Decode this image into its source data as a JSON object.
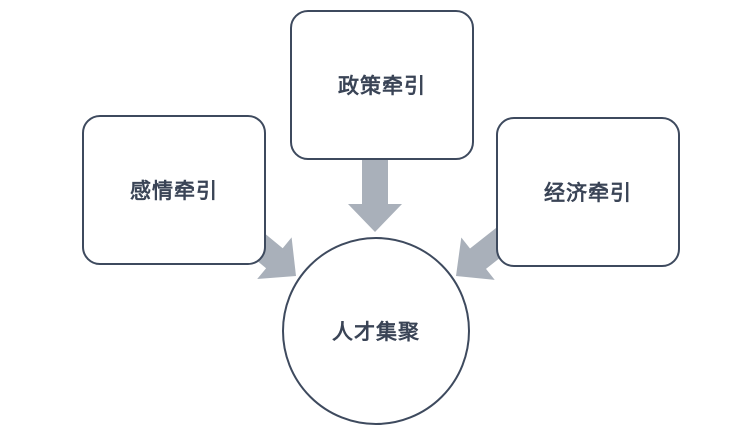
{
  "diagram": {
    "title": "",
    "nodes": [
      {
        "id": "emotion",
        "label": "感情牵引"
      },
      {
        "id": "policy",
        "label": "政策牵引"
      },
      {
        "id": "economy",
        "label": "经济牵引"
      }
    ],
    "center": {
      "label": "人才集聚"
    },
    "arrows": [
      {
        "from": "policy",
        "to": "center",
        "direction": "down"
      },
      {
        "from": "emotion",
        "to": "center",
        "direction": "down-right"
      },
      {
        "from": "economy",
        "to": "center",
        "direction": "down-left"
      }
    ],
    "colors": {
      "outline": "#3e4a5e",
      "text": "#3a4456",
      "arrow": "#a9b0ba",
      "fill": "#ffffff"
    }
  }
}
